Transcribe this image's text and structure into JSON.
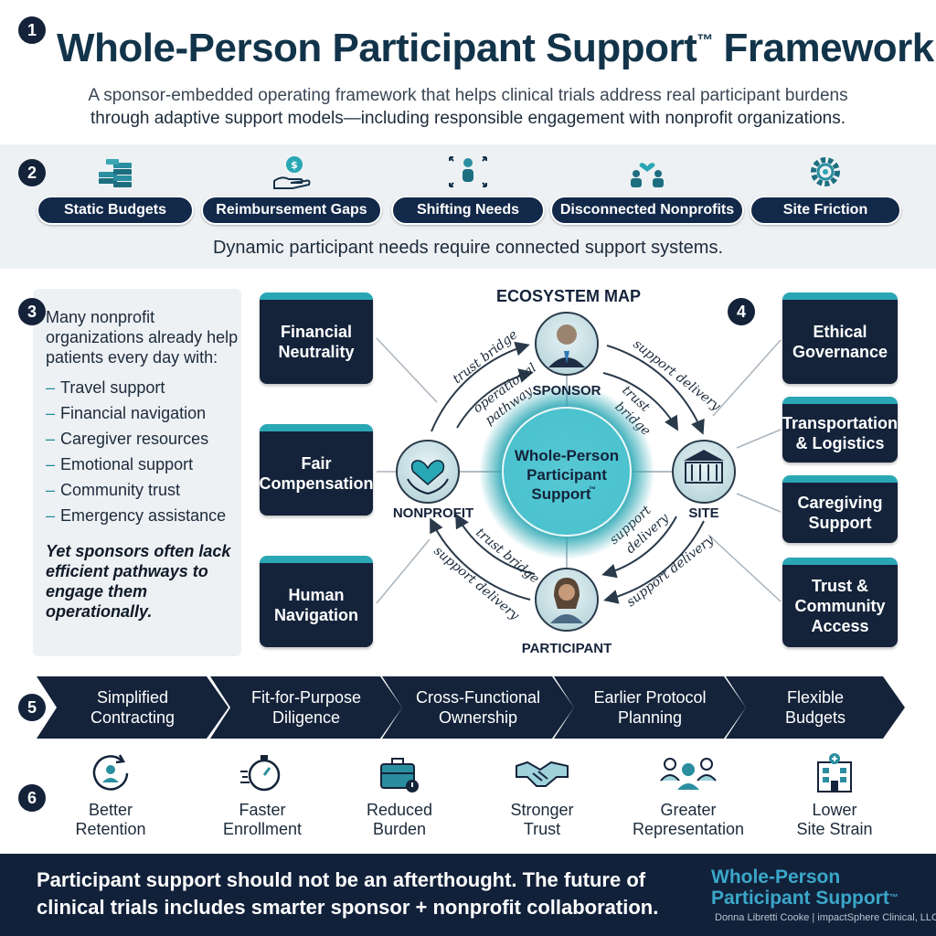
{
  "header": {
    "step": "1",
    "title": "Whole-Person Participant Support",
    "title_mark": "™",
    "title_suffix": " Framework",
    "subtitle_line1": "A sponsor-embedded operating framework that helps clinical trials address real participant burdens",
    "subtitle_line2": "through adaptive support models—including responsible engagement with nonprofit organizations."
  },
  "challenges": {
    "step": "2",
    "items": [
      {
        "label": "Static Budgets",
        "icon": "money-stack-icon"
      },
      {
        "label": "Reimbursement Gaps",
        "icon": "hand-coin-icon"
      },
      {
        "label": "Shifting Needs",
        "icon": "person-arrows-icon"
      },
      {
        "label": "Disconnected Nonprofits",
        "icon": "people-heart-icon"
      },
      {
        "label": "Site Friction",
        "icon": "gear-icon"
      }
    ],
    "caption": "Dynamic participant needs require connected support systems."
  },
  "nonprofits": {
    "step": "3",
    "intro": "Many nonprofit organizations already help patients every day with:",
    "items": [
      "Travel support",
      "Financial navigation",
      "Caregiver resources",
      "Emotional support",
      "Community trust",
      "Emergency assistance"
    ],
    "note": "Yet sponsors often lack efficient pathways to engage them operationally."
  },
  "principles_left": [
    "Financial Neutrality",
    "Fair Compensation",
    "Human Navigation"
  ],
  "principles_right": {
    "step": "4",
    "items": [
      "Ethical Governance",
      "Transportation & Logistics",
      "Caregiving Support",
      "Trust & Community Access"
    ]
  },
  "ecosystem": {
    "title": "ECOSYSTEM MAP",
    "center_line1": "Whole-Person",
    "center_line2": "Participant",
    "center_line3": "Support",
    "center_mark": "™",
    "nodes": {
      "sponsor": "SPONSOR",
      "site": "SITE",
      "participant": "PARTICIPANT",
      "nonprofit": "NONPROFIT"
    },
    "links": {
      "outer_top_left": "trust bridge",
      "inner_top_left_1": "operational",
      "inner_top_left_2": "pathway",
      "outer_top_right": "support delivery",
      "inner_top_right_1": "trust",
      "inner_top_right_2": "bridge",
      "inner_bottom_left": "trust bridge",
      "outer_bottom_left": "support delivery",
      "inner_bottom_right_1": "support",
      "inner_bottom_right_2": "delivery",
      "outer_bottom_right": "support delivery"
    }
  },
  "enablers": {
    "step": "5",
    "items": [
      {
        "line1": "Simplified",
        "line2": "Contracting"
      },
      {
        "line1": "Fit-for-Purpose",
        "line2": "Diligence"
      },
      {
        "line1": "Cross-Functional",
        "line2": "Ownership"
      },
      {
        "line1": "Earlier Protocol",
        "line2": "Planning"
      },
      {
        "line1": "Flexible",
        "line2": "Budgets"
      }
    ]
  },
  "outcomes": {
    "step": "6",
    "items": [
      {
        "line1": "Better",
        "line2": "Retention",
        "icon": "person-cycle-icon"
      },
      {
        "line1": "Faster",
        "line2": "Enrollment",
        "icon": "stopwatch-icon"
      },
      {
        "line1": "Reduced",
        "line2": "Burden",
        "icon": "briefcase-icon"
      },
      {
        "line1": "Stronger",
        "line2": "Trust",
        "icon": "handshake-icon"
      },
      {
        "line1": "Greater",
        "line2": "Representation",
        "icon": "group-icon"
      },
      {
        "line1": "Lower",
        "line2": "Site Strain",
        "icon": "hospital-icon"
      }
    ]
  },
  "footer": {
    "message_line1": "Participant support should not be an afterthought. The future of",
    "message_line2": "clinical trials includes smarter sponsor + nonprofit collaboration.",
    "brand_line1": "Whole-Person",
    "brand_line2": "Participant Support",
    "brand_mark": "™",
    "credit": "Donna Libretti Cooke | impactSphere Clinical, LLC"
  },
  "colors": {
    "navy": "#14233a",
    "teal": "#2aa7b4",
    "title": "#12344a",
    "panel": "#eef1f4"
  }
}
